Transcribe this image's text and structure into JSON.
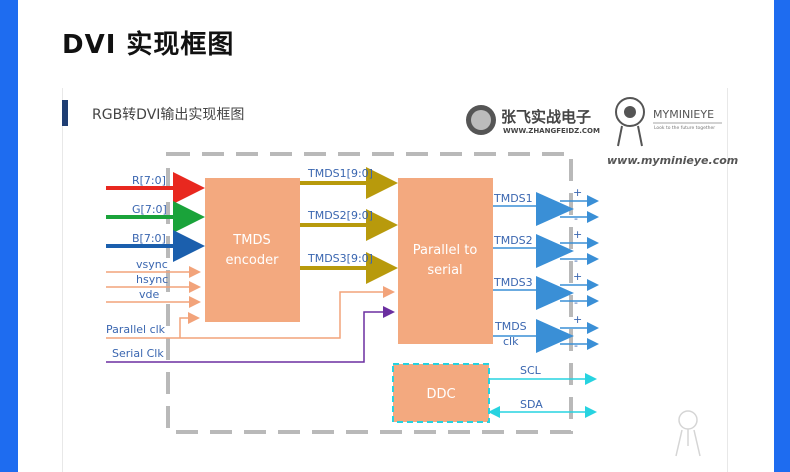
{
  "page": {
    "title": "DVI 实现框图"
  },
  "slide": {
    "title": "RGB转DVI输出实现框图"
  },
  "logos": {
    "zhangfei_name": "张飞实战电子",
    "zhangfei_url": "WWW.ZHANGFEIDZ.COM",
    "myminieye_name": "MYMINIEYE",
    "myminieye_slogan": "Look to the future together",
    "myminieye_url": "www.myminieye.com"
  },
  "diagram": {
    "inputs": {
      "r": "R[7:0]",
      "g": "G[7:0]",
      "b": "B[7:0]",
      "vsync": "vsync",
      "hsync": "hsync",
      "vde": "vde",
      "pclk": "Parallel clk",
      "sclk": "Serial Clk"
    },
    "tmds_encoder": {
      "line1": "TMDS",
      "line2": "encoder"
    },
    "buses": {
      "tmds1": "TMDS1[9:0]",
      "tmds2": "TMDS2[9:0]",
      "tmds3": "TMDS3[9:0]"
    },
    "serializer": {
      "line1": "Parallel to",
      "line2": "serial"
    },
    "outputs": {
      "tmds1": "TMDS1",
      "tmds2": "TMDS2",
      "tmds3": "TMDS3",
      "clk1": "TMDS",
      "clk2": "clk"
    },
    "ddc": {
      "label": "DDC",
      "scl": "SCL",
      "sda": "SDA"
    },
    "plus": "+",
    "minus": "-"
  }
}
